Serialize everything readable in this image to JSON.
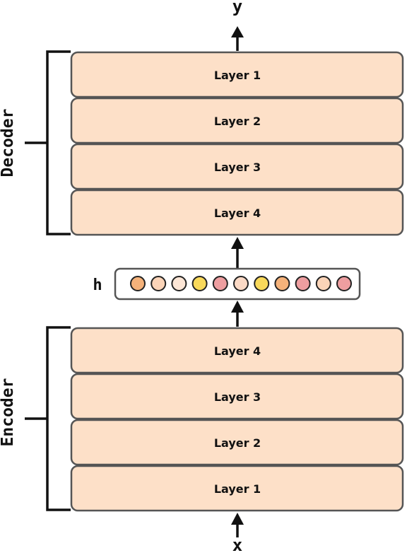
{
  "labels": {
    "output": "y",
    "input": "x",
    "latent": "h",
    "decoder": "Decoder",
    "encoder": "Encoder"
  },
  "decoder": {
    "layers": [
      {
        "label": "Layer 1"
      },
      {
        "label": "Layer 2"
      },
      {
        "label": "Layer 3"
      },
      {
        "label": "Layer 4"
      }
    ]
  },
  "encoder": {
    "layers": [
      {
        "label": "Layer 4"
      },
      {
        "label": "Layer 3"
      },
      {
        "label": "Layer 2"
      },
      {
        "label": "Layer 1"
      }
    ]
  },
  "latent_nodes": [
    {
      "color": "#f5b27a"
    },
    {
      "color": "#fbd4b8"
    },
    {
      "color": "#fde6d6"
    },
    {
      "color": "#f9d95a"
    },
    {
      "color": "#ee9ea0"
    },
    {
      "color": "#fbd9c5"
    },
    {
      "color": "#f9d95a"
    },
    {
      "color": "#f5b27a"
    },
    {
      "color": "#ee9ea0"
    },
    {
      "color": "#fbd4b8"
    },
    {
      "color": "#ee9ea0"
    }
  ],
  "colors": {
    "layer_fill": "#fde0c8",
    "layer_stroke": "#555555"
  }
}
